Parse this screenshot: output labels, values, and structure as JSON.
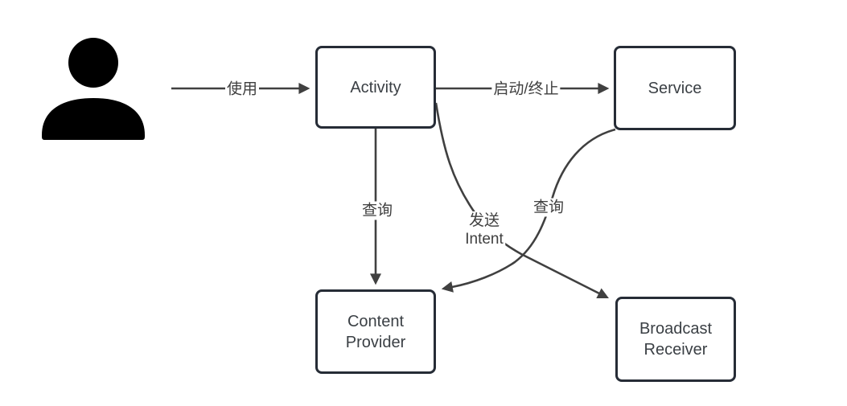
{
  "diagram": {
    "description": "Android components relationship diagram",
    "colors": {
      "background": "#ffffff",
      "node_border": "#262c36",
      "node_fill": "#ffffff",
      "node_text": "#3b4045",
      "edge_stroke": "#404040",
      "edge_label_text": "#3f3f3f",
      "actor_fill": "#000000"
    },
    "nodes": [
      {
        "id": "user",
        "kind": "actor-icon",
        "label": ""
      },
      {
        "id": "activity",
        "kind": "box",
        "label": "Activity"
      },
      {
        "id": "service",
        "kind": "box",
        "label": "Service"
      },
      {
        "id": "content_provider",
        "kind": "box",
        "label": "Content Provider"
      },
      {
        "id": "broadcast_receiver",
        "kind": "box",
        "label": "Broadcast Receiver"
      }
    ],
    "edges": [
      {
        "from": "user",
        "to": "activity",
        "label": "使用"
      },
      {
        "from": "activity",
        "to": "service",
        "label": "启动/终止"
      },
      {
        "from": "activity",
        "to": "content_provider",
        "label": "查询"
      },
      {
        "from": "activity",
        "to": "broadcast_receiver",
        "label_line1": "发送",
        "label_line2": "Intent"
      },
      {
        "from": "service",
        "to": "content_provider",
        "label": "查询"
      }
    ]
  }
}
